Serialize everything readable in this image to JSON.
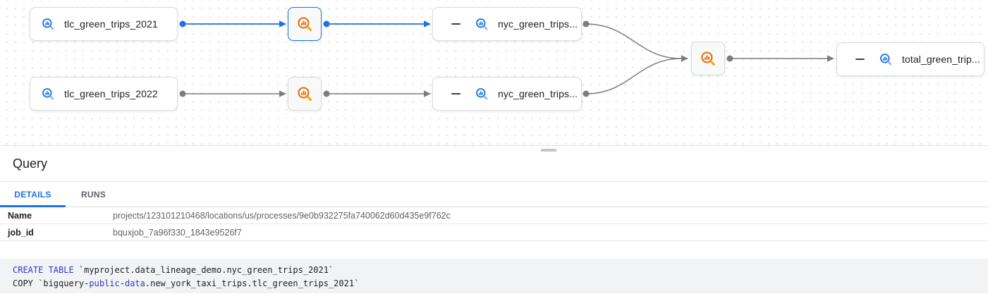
{
  "graph": {
    "nodes": [
      {
        "id": "tlc_2021",
        "label": "tlc_green_trips_2021",
        "type": "table"
      },
      {
        "id": "process_1",
        "type": "process",
        "selected": true
      },
      {
        "id": "nyc_2021",
        "label": "nyc_green_trips...",
        "type": "table",
        "collapsible": true
      },
      {
        "id": "tlc_2022",
        "label": "tlc_green_trips_2022",
        "type": "table"
      },
      {
        "id": "process_2",
        "type": "process",
        "selected": false
      },
      {
        "id": "nyc_2022",
        "label": "nyc_green_trips...",
        "type": "table",
        "collapsible": true
      },
      {
        "id": "process_3",
        "type": "process",
        "selected": false
      },
      {
        "id": "total",
        "label": "total_green_trip...",
        "type": "table",
        "collapsible": true
      }
    ]
  },
  "panel": {
    "title": "Query",
    "tabs": [
      {
        "label": "DETAILS",
        "active": true
      },
      {
        "label": "RUNS",
        "active": false
      }
    ],
    "details": [
      {
        "label": "Name",
        "value": "projects/123101210468/locations/us/processes/9e0b932275fa740062d60d435e9f762c"
      },
      {
        "label": "job_id",
        "value": "bquxjob_7a96f330_1843e9526f7"
      }
    ]
  },
  "code": {
    "lines": [
      {
        "tokens": [
          {
            "text": "CREATE TABLE",
            "style": "keyword"
          },
          {
            "text": " `myproject.data_lineage_demo.nyc_green_trips_2021`",
            "style": "plain"
          }
        ]
      },
      {
        "tokens": [
          {
            "text": "COPY `bigquery-",
            "style": "plain"
          },
          {
            "text": "public",
            "style": "keyword"
          },
          {
            "text": "-",
            "style": "plain"
          },
          {
            "text": "data",
            "style": "keyword"
          },
          {
            "text": ".new_york_taxi_trips.tlc_green_trips_2021`",
            "style": "plain"
          }
        ]
      }
    ]
  },
  "colors": {
    "accent_blue": "#1a73e8",
    "edge_gray": "#7d7d7d",
    "process_orange": "#e8710a",
    "process_orange_light": "#f9ab00",
    "table_blue_light": "#8ab4f8",
    "keyword_blue": "#3434d1",
    "code_bg": "#f1f3f4"
  }
}
